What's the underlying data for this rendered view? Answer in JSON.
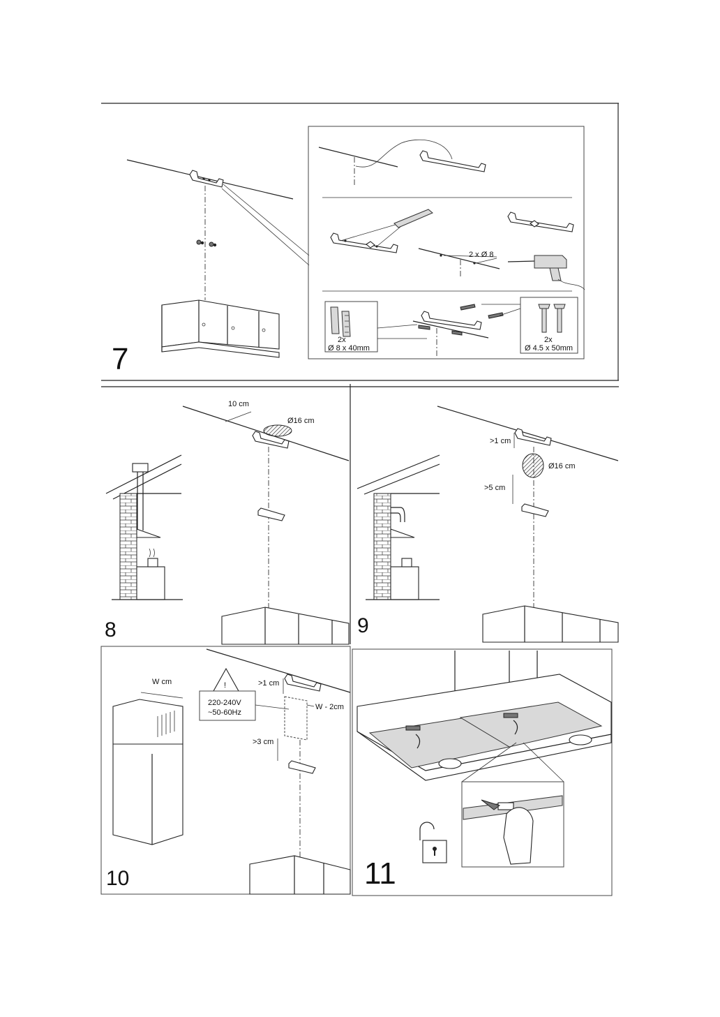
{
  "steps": [
    {
      "number": "7"
    },
    {
      "number": "8"
    },
    {
      "number": "9"
    },
    {
      "number": "10"
    },
    {
      "number": "11"
    }
  ],
  "step7": {
    "drill_label": "2 x Ø 8",
    "plug_qty": "2x",
    "plug_size": "Ø 8 x 40mm",
    "screw_qty": "2x",
    "screw_size": "Ø 4.5 x 50mm"
  },
  "step8": {
    "offset": "10 cm",
    "duct_diameter": "Ø16 cm"
  },
  "step9": {
    "gap_top": ">1 cm",
    "duct_diameter": "Ø16 cm",
    "gap_bottom": ">5 cm"
  },
  "step10": {
    "width": "W cm",
    "gap_top": ">1 cm",
    "voltage": "220-240V",
    "frequency": "~50-60Hz",
    "socket_width": "W - 2cm",
    "gap_bottom": ">3 cm"
  },
  "icons": {
    "warning": "warning-triangle-icon",
    "unlock": "unlocked-padlock-icon",
    "drill": "power-drill-icon",
    "arrow": "push-arrow-icon"
  }
}
